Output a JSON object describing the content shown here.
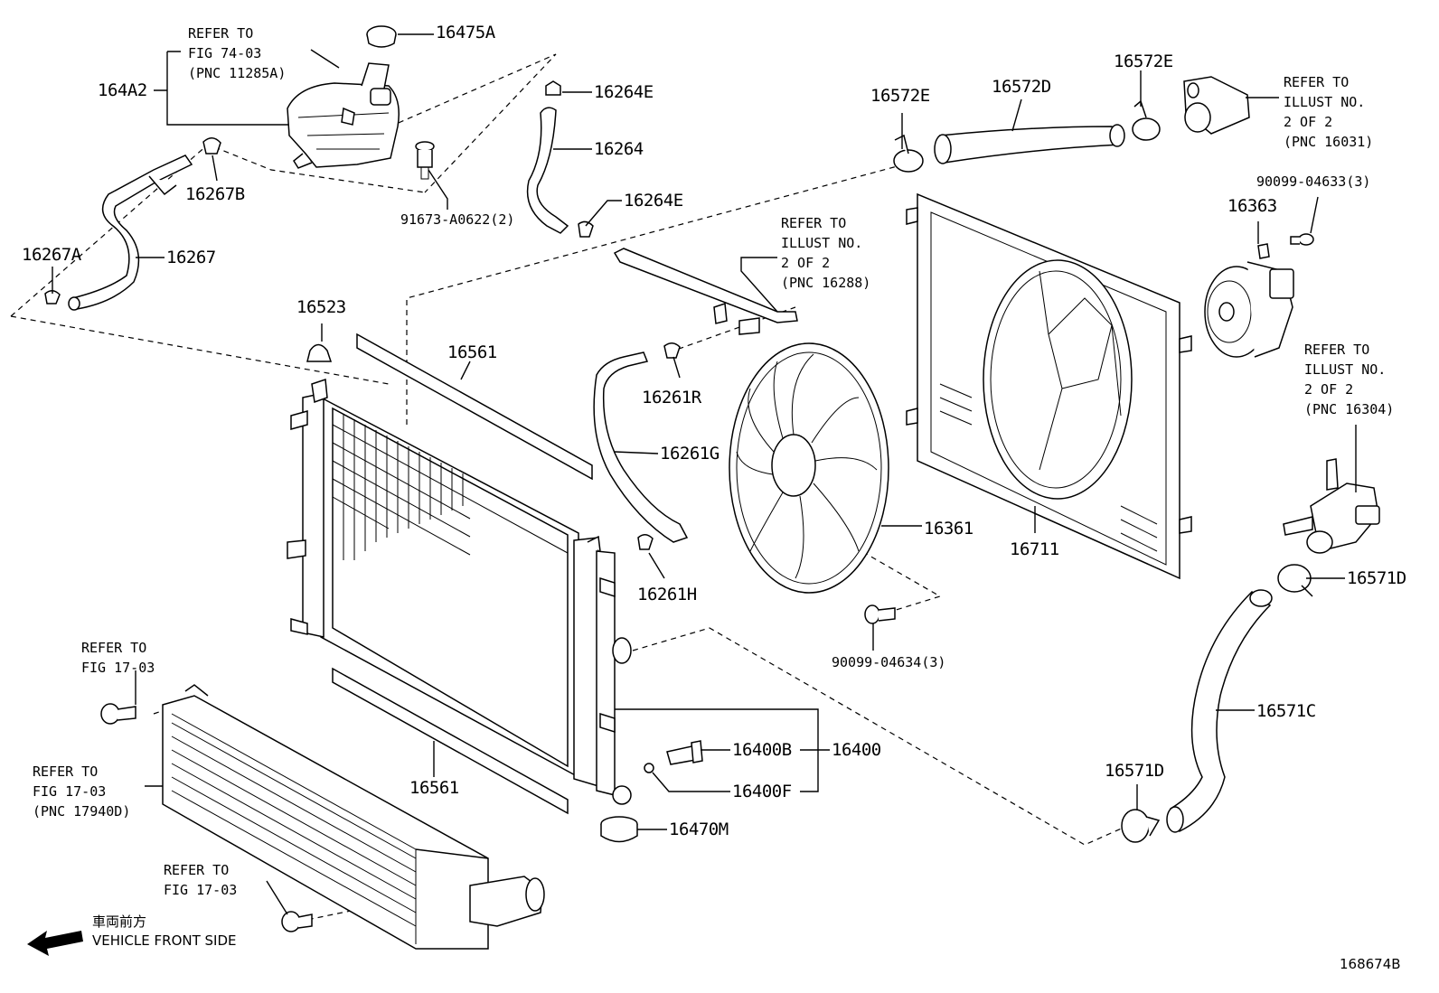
{
  "parts": {
    "p16475A": "16475A",
    "p164A2": "164A2",
    "p16264E_top": "16264E",
    "p16264": "16264",
    "p16264E_bot": "16264E",
    "p16267B": "16267B",
    "p16267A": "16267A",
    "p16267": "16267",
    "p91673": "91673-A0622(2)",
    "p16523": "16523",
    "p16561_top": "16561",
    "p16561_bot": "16561",
    "p16261R": "16261R",
    "p16261G": "16261G",
    "p16261H": "16261H",
    "p16361": "16361",
    "p16711": "16711",
    "p16572E_left": "16572E",
    "p16572D": "16572D",
    "p16572E_right": "16572E",
    "p90099_04633": "90099-04633(3)",
    "p16363": "16363",
    "p16571D_top": "16571D",
    "p16571C": "16571C",
    "p16571D_bot": "16571D",
    "p90099_04634": "90099-04634(3)",
    "p16400B": "16400B",
    "p16400": "16400",
    "p16400F": "16400F",
    "p16470M": "16470M",
    "diagram_id": "168674B"
  },
  "refs": {
    "fig74": "REFER TO\nFIG 74-03\n(PNC 11285A)",
    "illust16288": "REFER TO\nILLUST NO.\n2 OF 2\n(PNC 16288)",
    "illust16031": "REFER TO\nILLUST NO.\n2 OF 2\n(PNC 16031)",
    "illust16304": "REFER TO\nILLUST NO.\n2 OF 2\n(PNC 16304)",
    "fig17_a": "REFER TO\nFIG 17-03",
    "fig17_b": "REFER TO\nFIG 17-03\n(PNC 17940D)",
    "fig17_c": "REFER TO\nFIG 17-03"
  },
  "direction": {
    "jp": "車両前方",
    "en": "VEHICLE FRONT SIDE"
  }
}
